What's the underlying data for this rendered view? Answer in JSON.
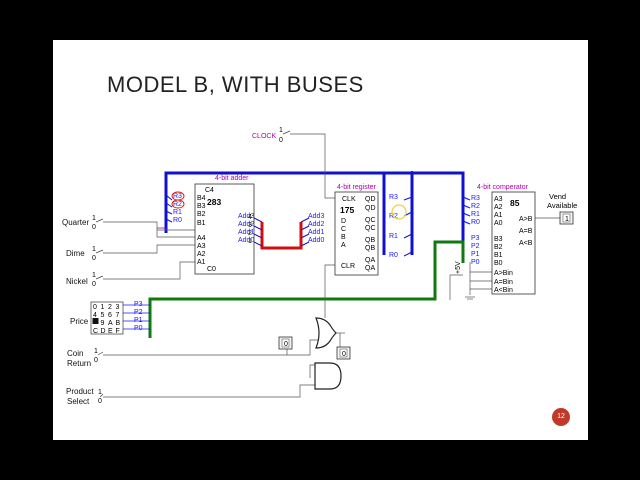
{
  "slide": {
    "title": "MODEL B, WITH BUSES",
    "page_number": "12"
  },
  "inputs": {
    "quarter": "Quarter",
    "dime": "Dime",
    "nickel": "Nickel",
    "price": "Price",
    "coin_return": [
      "Coin",
      "Return"
    ],
    "product_select": [
      "Product",
      "Select"
    ],
    "clock": "CLOCK",
    "switch_on": "1",
    "switch_off": "0"
  },
  "keypad": {
    "rows": [
      [
        "0",
        "1",
        "2",
        "3"
      ],
      [
        "4",
        "5",
        "6",
        "7"
      ],
      [
        "8",
        "9",
        "A",
        "B"
      ],
      [
        "C",
        "D",
        "E",
        "F"
      ]
    ],
    "outputs": [
      "P3",
      "P2",
      "P1",
      "P0"
    ]
  },
  "adder": {
    "caption": "4-bit adder",
    "chip": "283",
    "carry_in": "C0",
    "carry_out": "C4",
    "b_pins": [
      "B4",
      "B3",
      "B2",
      "B1"
    ],
    "a_pins": [
      "A4",
      "A3",
      "A2",
      "A1"
    ],
    "sum_pins": [
      "4",
      "3",
      "2",
      "1"
    ],
    "r_feedback": [
      "R3",
      "R2",
      "R1",
      "R0"
    ],
    "sum_outputs": [
      "Add3",
      "Add2",
      "Add1",
      "Add0"
    ]
  },
  "register": {
    "caption": "4-bit register",
    "chip": "175",
    "clk": "CLK",
    "clr": "CLR",
    "d_pins": [
      "D",
      "C",
      "B",
      "A"
    ],
    "q_pins": [
      "QD",
      "QD",
      "QC",
      "QC",
      "QB",
      "QB",
      "QA",
      "QA"
    ],
    "inputs": [
      "Add3",
      "Add2",
      "Add1",
      "Add0"
    ],
    "outputs": [
      "R3",
      "R2",
      "R1",
      "R0"
    ]
  },
  "comparator": {
    "caption": "4-bit comperator",
    "chip": "85",
    "a_pins": [
      "A3",
      "A2",
      "A1",
      "A0"
    ],
    "b_pins": [
      "B3",
      "B2",
      "B1",
      "B0"
    ],
    "a_inputs": [
      "R3",
      "R2",
      "R1",
      "R0"
    ],
    "b_inputs": [
      "P3",
      "P2",
      "P1",
      "P0"
    ],
    "outputs": [
      "A>B",
      "A=B",
      "A<B"
    ],
    "cascade": [
      "A>Bin",
      "A=Bin",
      "A<Bin"
    ],
    "supply": "+5V"
  },
  "outputs": {
    "vend_available": [
      "Vend",
      "Available"
    ],
    "vend_probe": "1",
    "probe_coin": "0",
    "probe_gate": "0"
  },
  "colors": {
    "bus_blue": "#1010d0",
    "bus_green": "#0f7a0f",
    "bus_red": "#d01010",
    "label_blue": "#1a1aff",
    "label_magenta": "#b000b0",
    "accent": "#c0392b"
  }
}
